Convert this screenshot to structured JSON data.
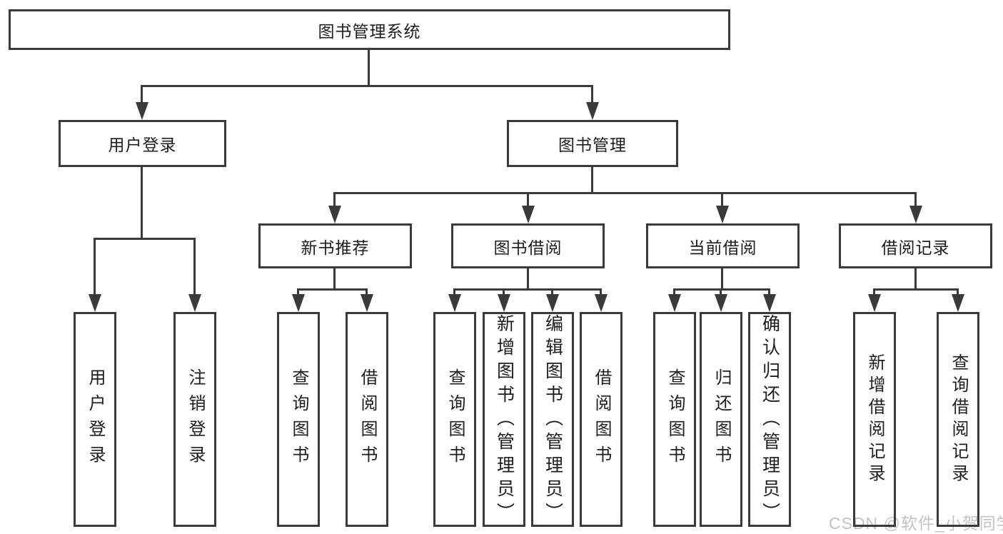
{
  "title": "图书管理系统",
  "watermark": "CSDN @软件_小贺同学",
  "colors": {
    "line": "#3a3a3a",
    "text": "#1d1d1d",
    "watermark": "#c3c3c3",
    "background": "#ffffff"
  },
  "nodes": {
    "root": "图书管理系统",
    "userLogin": "用户登录",
    "bookMgmt": "图书管理",
    "newBookRec": "新书推荐",
    "bookBorrow": "图书借阅",
    "currentBorrow": "当前借阅",
    "borrowRecord": "借阅记录",
    "leafUserLogin": "用户登录",
    "leafLogout": "注销登录",
    "leafQueryBookA": "查询图书",
    "leafBorrowBookA": "借阅图书",
    "leafQueryBookB": "查询图书",
    "leafAddBookAdmin": "新增图书（管理员）",
    "leafEditBookAdmin": "编辑图书（管理员）",
    "leafBorrowBookB": "借阅图书",
    "leafQueryBookC": "查询图书",
    "leafReturnBook": "归还图书",
    "leafConfirmReturnAdmin": "确认归还（管理员）",
    "leafAddBorrowRecord": "新增借阅记录",
    "leafQueryBorrowRecord": "查询借阅记录"
  },
  "hierarchy": {
    "图书管理系统": {
      "用户登录": [
        "用户登录",
        "注销登录"
      ],
      "图书管理": {
        "新书推荐": [
          "查询图书",
          "借阅图书"
        ],
        "图书借阅": [
          "查询图书",
          "新增图书（管理员）",
          "编辑图书（管理员）",
          "借阅图书"
        ],
        "当前借阅": [
          "查询图书",
          "归还图书",
          "确认归还（管理员）"
        ],
        "借阅记录": [
          "新增借阅记录",
          "查询借阅记录"
        ]
      }
    }
  }
}
